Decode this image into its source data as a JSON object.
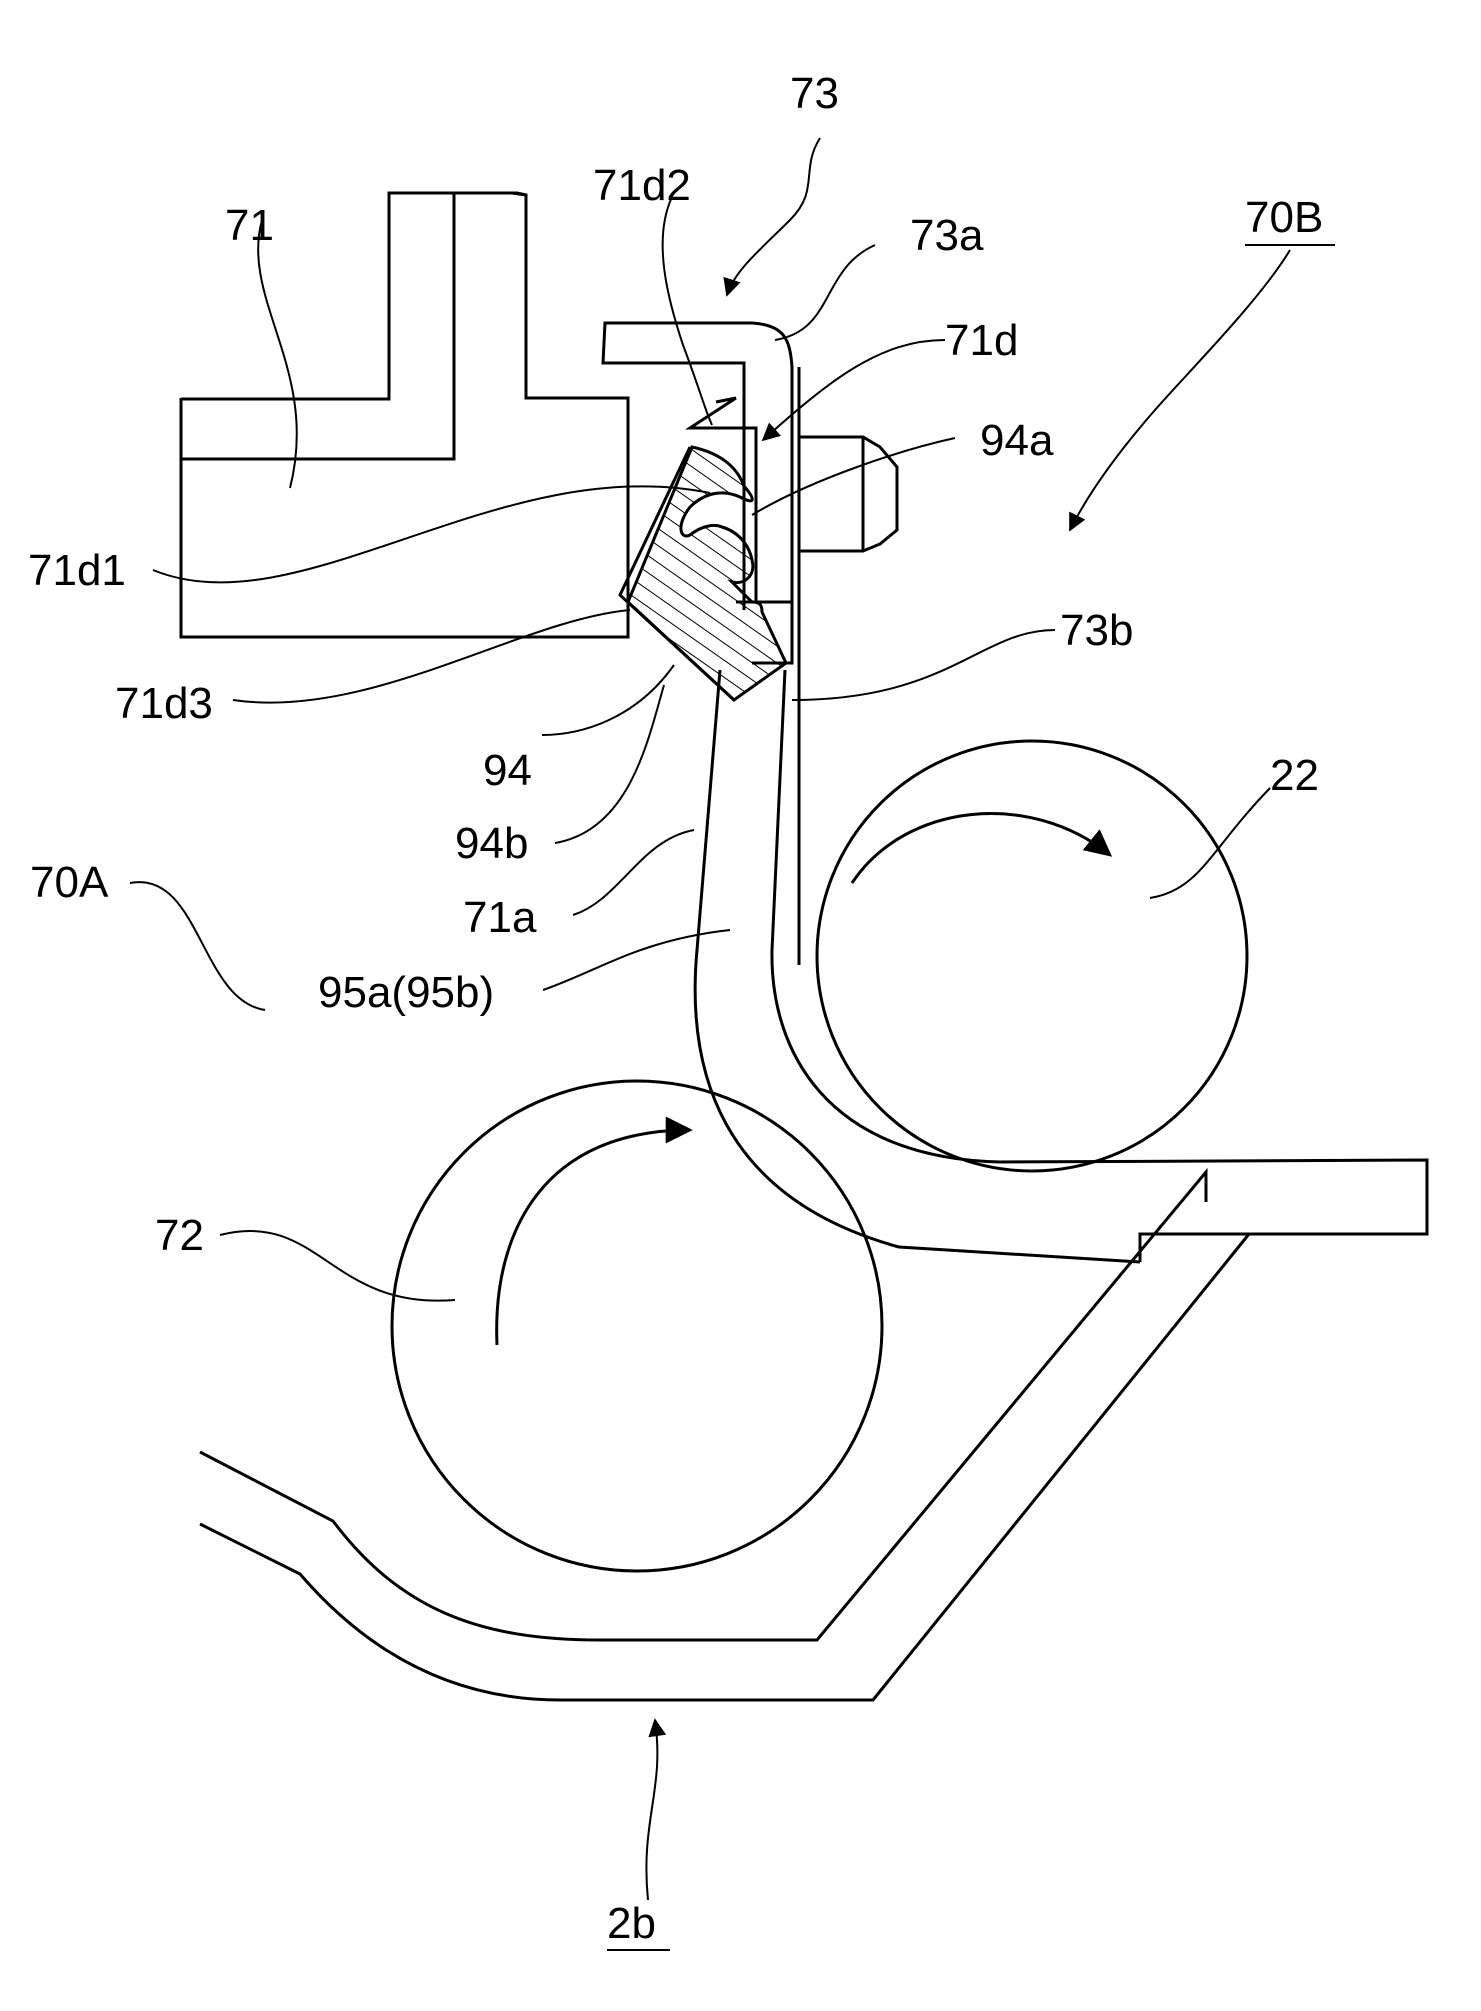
{
  "figure": {
    "labels": {
      "l73": "73",
      "l71d2": "71d2",
      "l73a": "73a",
      "l70B": "70B",
      "l71": "71",
      "l71d": "71d",
      "l94a": "94a",
      "l71d1": "71d1",
      "l73b": "73b",
      "l71d3": "71d3",
      "l94": "94",
      "l22": "22",
      "l94b": "94b",
      "l70A": "70A",
      "l71a": "71a",
      "l95a": "95a(95b)",
      "l72": "72",
      "l2b": "2b"
    }
  }
}
